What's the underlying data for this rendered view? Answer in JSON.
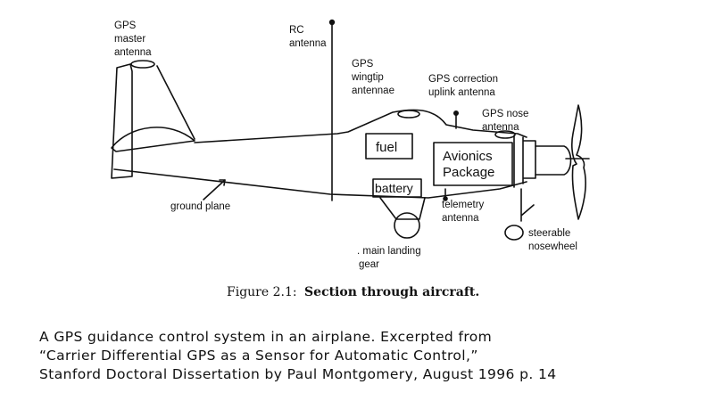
{
  "labels": {
    "gps_master_1": "GPS",
    "gps_master_2": "master",
    "gps_master_3": "antenna",
    "rc_1": "RC",
    "rc_2": "antenna",
    "wingtip_1": "GPS",
    "wingtip_2": "wingtip",
    "wingtip_3": "antennae",
    "correction_1": "GPS correction",
    "correction_2": "uplink antenna",
    "nose_1": "GPS nose",
    "nose_2": "antenna",
    "fuel": "fuel",
    "avionics_1": "Avionics",
    "avionics_2": "Package",
    "battery": "battery",
    "ground_plane": "ground plane",
    "telemetry_1": "telemetry",
    "telemetry_2": "antenna",
    "landing_1": ". main landing",
    "landing_2": "gear",
    "nosewheel_1": "steerable",
    "nosewheel_2": "nosewheel"
  },
  "figure": {
    "number": "Figure 2.1:",
    "title": "Section through aircraft."
  },
  "caption": {
    "line1": "A GPS guidance control system in an airplane. Excerpted from",
    "line2": "“Carrier Differential GPS as a Sensor for Automatic Control,”",
    "line3": "Stanford Doctoral Dissertation by Paul Montgomery, August 1996 p. 14"
  }
}
